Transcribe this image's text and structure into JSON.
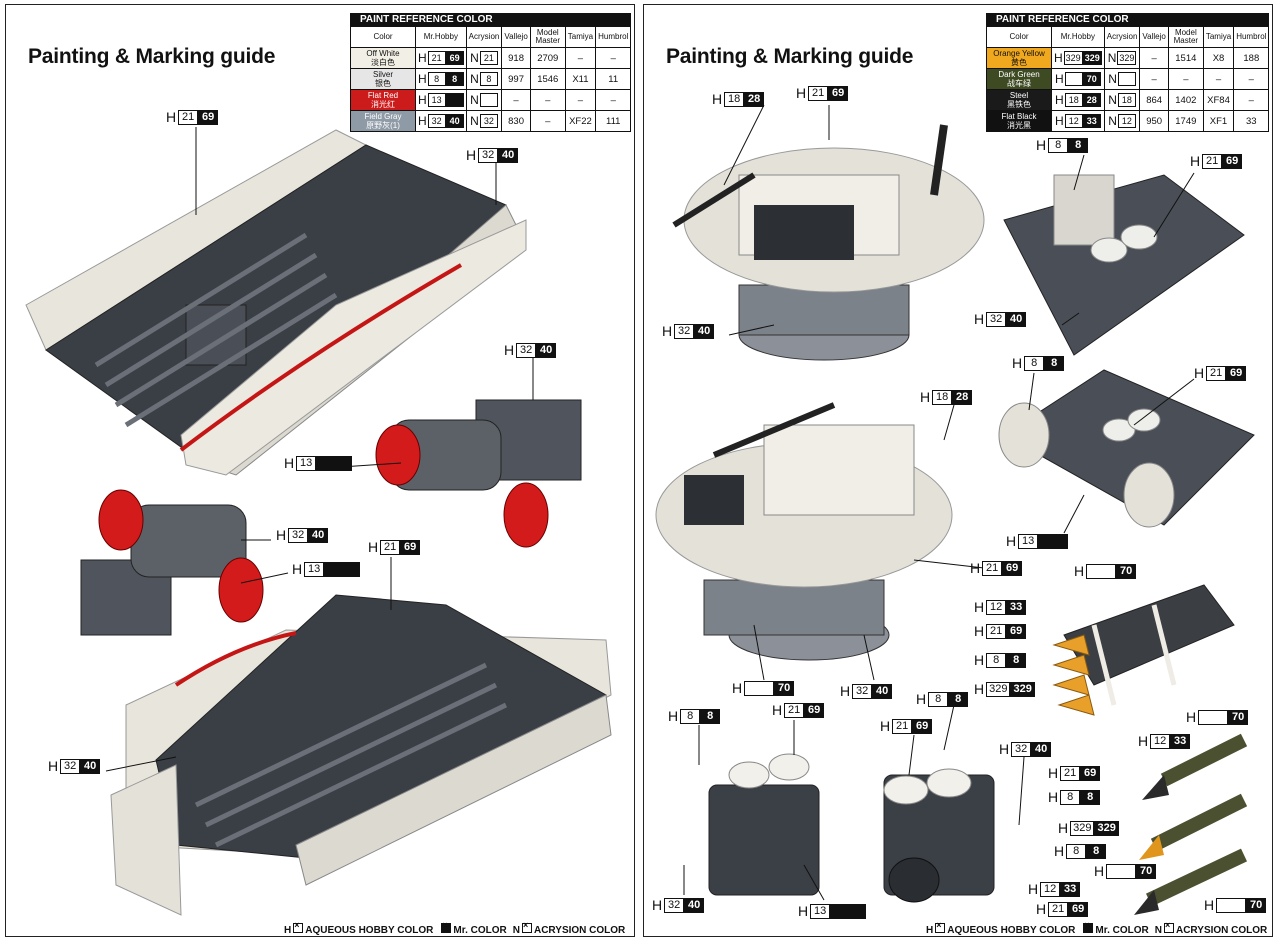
{
  "left_page": {
    "title": "Painting & Marking guide",
    "paint_table": {
      "caption": "PAINT  REFERENCE COLOR",
      "headers": [
        "Color",
        "Mr.Hobby",
        "Acrysion",
        "Vallejo",
        "Model Master",
        "Tamiya",
        "Humbrol"
      ],
      "rows": [
        {
          "name": "Off White",
          "cn": "淡白色",
          "bg": "#f2f0e6",
          "fg": "#111",
          "h_a": "21",
          "h_b": "69",
          "n": "21",
          "vallejo": "918",
          "mm": "2709",
          "tamiya": "–",
          "humbrol": "–"
        },
        {
          "name": "Silver",
          "cn": "银色",
          "bg": "#e6e6e6",
          "fg": "#111",
          "h_a": "8",
          "h_b": "8",
          "n": "8",
          "vallejo": "997",
          "mm": "1546",
          "tamiya": "X11",
          "humbrol": "11"
        },
        {
          "name": "Flat Red",
          "cn": "消光红",
          "bg": "#cc1b1b",
          "fg": "#fff",
          "h_a": "13",
          "h_b": "",
          "n": "",
          "vallejo": "–",
          "mm": "–",
          "tamiya": "–",
          "humbrol": "–"
        },
        {
          "name": "Field Gray",
          "cn": "原野灰(1)",
          "bg": "#8e9aa6",
          "fg": "#fff",
          "h_a": "32",
          "h_b": "40",
          "n": "32",
          "vallejo": "830",
          "mm": "–",
          "tamiya": "XF22",
          "humbrol": "111"
        }
      ]
    },
    "callouts": [
      {
        "a": "21",
        "b": "69"
      },
      {
        "a": "32",
        "b": "40"
      },
      {
        "a": "32",
        "b": "40"
      },
      {
        "a": "13",
        "b": ""
      },
      {
        "a": "32",
        "b": "40"
      },
      {
        "a": "13",
        "b": ""
      },
      {
        "a": "21",
        "b": "69"
      },
      {
        "a": "32",
        "b": "40"
      }
    ],
    "legend": {
      "h": "AQUEOUS HOBBY COLOR",
      "m": "Mr. COLOR",
      "n": "ACRYSION COLOR"
    }
  },
  "right_page": {
    "title": "Painting & Marking guide",
    "paint_table": {
      "caption": "PAINT  REFERENCE COLOR",
      "headers": [
        "Color",
        "Mr.Hobby",
        "Acrysion",
        "Vallejo",
        "Model Master",
        "Tamiya",
        "Humbrol"
      ],
      "rows": [
        {
          "name": "Orange Yellow",
          "cn": "黄色",
          "bg": "#f0a81e",
          "fg": "#111",
          "h_a": "329",
          "h_b": "329",
          "n": "329",
          "vallejo": "–",
          "mm": "1514",
          "tamiya": "X8",
          "humbrol": "188"
        },
        {
          "name": "Dark Green",
          "cn": "战车绿",
          "bg": "#3d4a22",
          "fg": "#fff",
          "h_a": "",
          "h_b": "70",
          "n": "",
          "vallejo": "–",
          "mm": "–",
          "tamiya": "–",
          "humbrol": "–"
        },
        {
          "name": "Steel",
          "cn": "黑铁色",
          "bg": "#1a1a1a",
          "fg": "#fff",
          "h_a": "18",
          "h_b": "28",
          "n": "18",
          "vallejo": "864",
          "mm": "1402",
          "tamiya": "XF84",
          "humbrol": "–"
        },
        {
          "name": "Flat Black",
          "cn": "消光黑",
          "bg": "#111111",
          "fg": "#fff",
          "h_a": "12",
          "h_b": "33",
          "n": "12",
          "vallejo": "950",
          "mm": "1749",
          "tamiya": "XF1",
          "humbrol": "33"
        }
      ]
    },
    "callouts": [
      {
        "a": "18",
        "b": "28"
      },
      {
        "a": "21",
        "b": "69"
      },
      {
        "a": "8",
        "b": "8"
      },
      {
        "a": "21",
        "b": "69"
      },
      {
        "a": "32",
        "b": "40"
      },
      {
        "a": "32",
        "b": "40"
      },
      {
        "a": "8",
        "b": "8"
      },
      {
        "a": "18",
        "b": "28"
      },
      {
        "a": "21",
        "b": "69"
      },
      {
        "a": "13",
        "b": ""
      },
      {
        "a": "21",
        "b": "69"
      },
      {
        "a": "",
        "b": "70"
      },
      {
        "a": "12",
        "b": "33"
      },
      {
        "a": "21",
        "b": "69"
      },
      {
        "a": "8",
        "b": "8"
      },
      {
        "a": "329",
        "b": "329"
      },
      {
        "a": "",
        "b": "70"
      },
      {
        "a": "32",
        "b": "40"
      },
      {
        "a": "8",
        "b": "8"
      },
      {
        "a": "21",
        "b": "69"
      },
      {
        "a": "8",
        "b": "8"
      },
      {
        "a": "21",
        "b": "69"
      },
      {
        "a": "32",
        "b": "40"
      },
      {
        "a": "",
        "b": "70"
      },
      {
        "a": "12",
        "b": "33"
      },
      {
        "a": "21",
        "b": "69"
      },
      {
        "a": "8",
        "b": "8"
      },
      {
        "a": "329",
        "b": "329"
      },
      {
        "a": "8",
        "b": "8"
      },
      {
        "a": "",
        "b": "70"
      },
      {
        "a": "12",
        "b": "33"
      },
      {
        "a": "21",
        "b": "69"
      },
      {
        "a": "",
        "b": "70"
      },
      {
        "a": "32",
        "b": "40"
      },
      {
        "a": "13",
        "b": ""
      }
    ],
    "legend": {
      "h": "AQUEOUS HOBBY COLOR",
      "m": "Mr. COLOR",
      "n": "ACRYSION COLOR"
    }
  }
}
